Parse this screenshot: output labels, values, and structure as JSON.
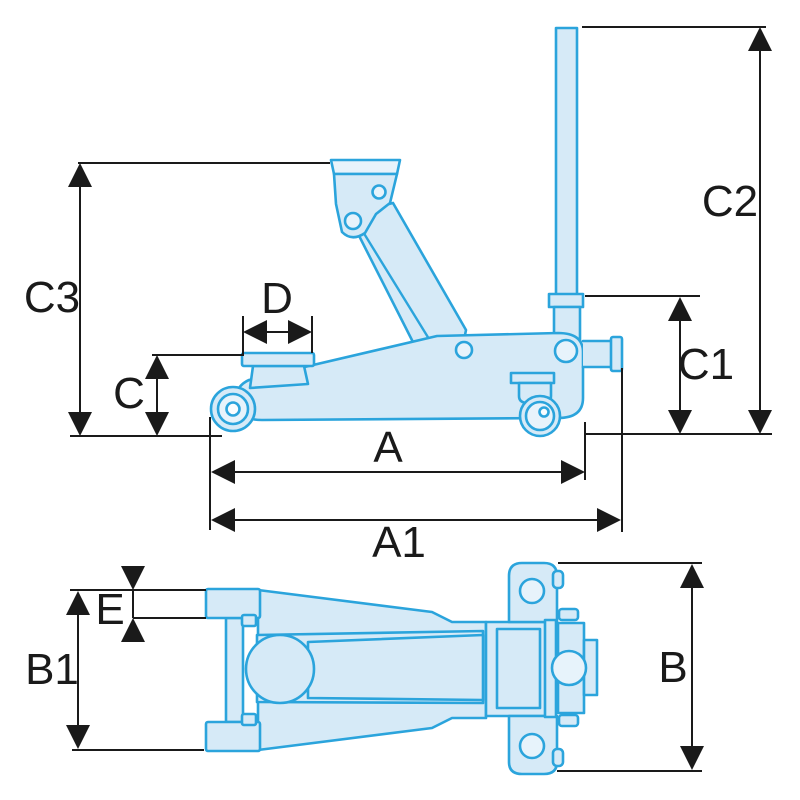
{
  "colors": {
    "outline": "#2BA4DC",
    "fill": "#D6EAF7",
    "fill_light": "#E7F3FB",
    "fill_white": "#FAFDFF",
    "dimension_line": "#1A1A1A",
    "label_text": "#1A1A1A",
    "background": "#FFFFFF"
  },
  "dimension_labels": {
    "side_view": {
      "c3": "C3",
      "c": "C",
      "d": "D",
      "a": "A",
      "a1": "A1",
      "c1": "C1",
      "c2": "C2"
    },
    "top_view": {
      "b1": "B1",
      "e": "E",
      "b": "B"
    }
  }
}
